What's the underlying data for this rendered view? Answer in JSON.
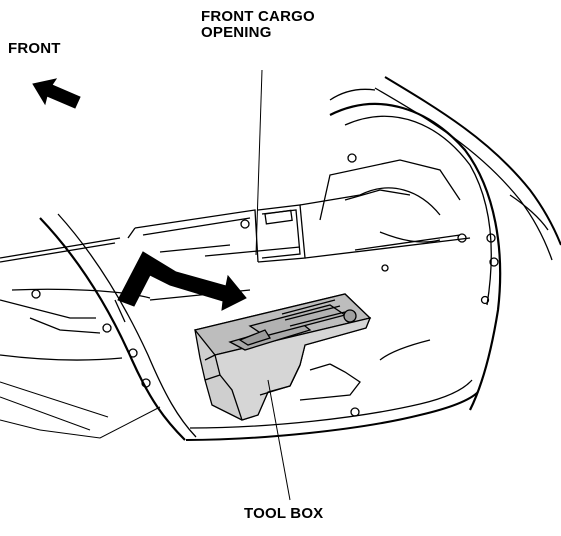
{
  "labels": {
    "front": "FRONT",
    "cargo_opening_line1": "FRONT CARGO",
    "cargo_opening_line2": "OPENING",
    "tool_box": "TOOL BOX"
  },
  "colors": {
    "line": "#000000",
    "tool_box_fill": "#c8c8c8",
    "background": "#ffffff"
  },
  "icons": {
    "direction_arrow": "front-direction-arrow-icon",
    "install_arrow": "installation-arrow-icon"
  }
}
